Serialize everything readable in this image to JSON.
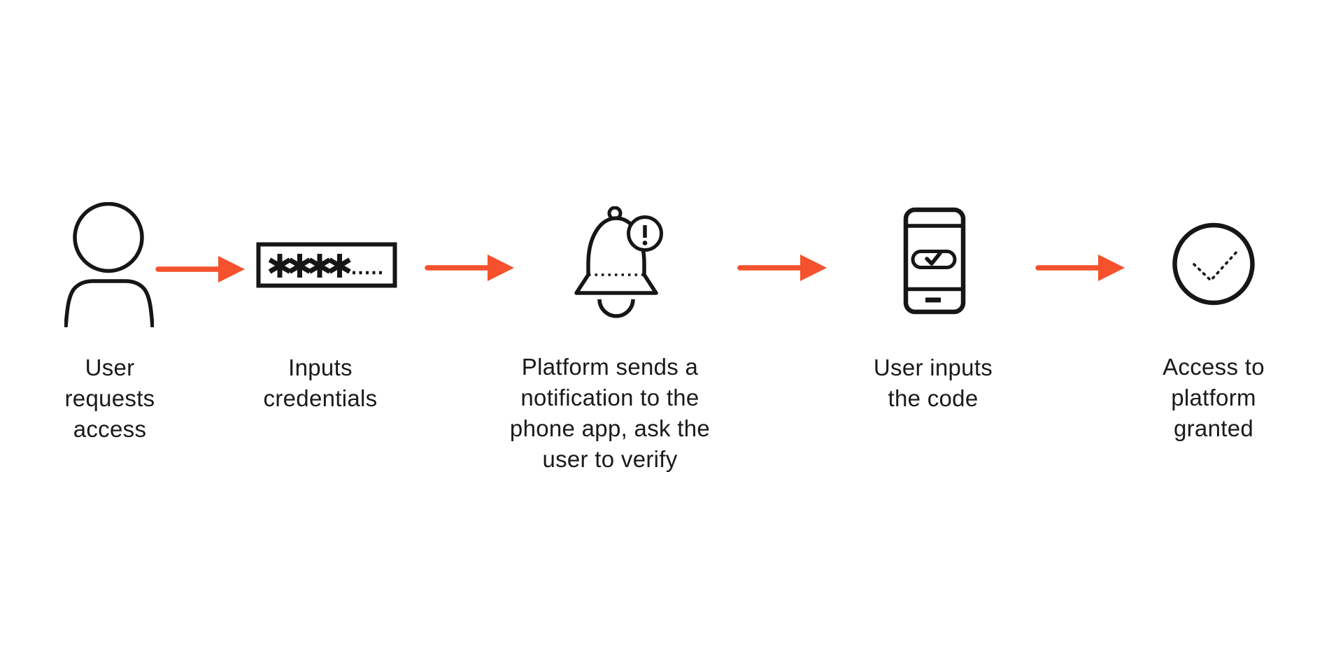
{
  "colors": {
    "arrow": "#F4512C",
    "ink": "#161616",
    "background": "#FFFFFF"
  },
  "steps": [
    {
      "name": "user-requests-access",
      "icon": "person-icon",
      "label": "User requests access",
      "lines": [
        "User",
        "requests",
        "access"
      ]
    },
    {
      "name": "inputs-credentials",
      "icon": "password-field-icon",
      "masked_value": "****.....",
      "label": "Inputs credentials",
      "lines": [
        "Inputs",
        "credentials"
      ]
    },
    {
      "name": "platform-sends-notification",
      "icon": "notification-bell-icon",
      "badge": "!",
      "label": "Platform sends a notification to the phone app, ask the user to verify",
      "lines": [
        "Platform sends a",
        "notification to the",
        "phone app, ask the",
        "user to verify"
      ]
    },
    {
      "name": "user-inputs-code",
      "icon": "phone-check-icon",
      "label": "User inputs the code",
      "lines": [
        "User inputs",
        "the code"
      ]
    },
    {
      "name": "access-granted",
      "icon": "check-circle-icon",
      "label": "Access to platform granted",
      "lines": [
        "Access to",
        "platform",
        "granted"
      ]
    }
  ],
  "connectors": {
    "count": 4,
    "type": "arrow-right",
    "color": "#F4512C"
  }
}
